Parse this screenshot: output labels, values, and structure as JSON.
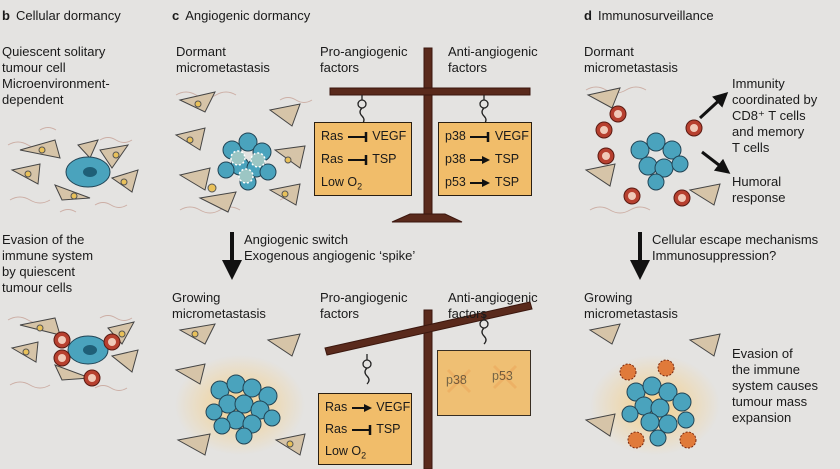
{
  "panels": {
    "b": {
      "letter": "b",
      "title": "Cellular dormancy",
      "top_text": [
        "Quiescent solitary",
        "tumour cell",
        "Microenvironment-",
        "dependent"
      ],
      "bottom_text": [
        "Evasion of the",
        "immune system",
        "by quiescent",
        "tumour cells"
      ]
    },
    "c": {
      "letter": "c",
      "title": "Angiogenic dormancy",
      "top_label": [
        "Dormant",
        "micrometastasis"
      ],
      "pro_label": [
        "Pro-angiogenic",
        "factors"
      ],
      "anti_label": [
        "Anti-angiogenic",
        "factors"
      ],
      "pro_rows": [
        {
          "name": "Ras",
          "arrow": "inhibit",
          "target": "VEGF"
        },
        {
          "name": "Ras",
          "arrow": "inhibit",
          "target": "TSP"
        },
        {
          "name": "Low O",
          "sub": "2"
        }
      ],
      "anti_rows": [
        {
          "name": "p38",
          "arrow": "inhibit",
          "target": "VEGF"
        },
        {
          "name": "p38",
          "arrow": "activate",
          "target": "TSP"
        },
        {
          "name": "p53",
          "arrow": "activate",
          "target": "TSP"
        }
      ],
      "switch_text": [
        "Angiogenic switch",
        "Exogenous angiogenic ‘spike’"
      ],
      "bottom_label": [
        "Growing",
        "micrometastasis"
      ],
      "bottom_pro_label": [
        "Pro-angiogenic",
        "factors"
      ],
      "bottom_anti_label": [
        "Anti-angiogenic",
        "factors"
      ],
      "bottom_pro_rows": [
        {
          "name": "Ras",
          "arrow": "activate",
          "target": "VEGF"
        },
        {
          "name": "Ras",
          "arrow": "inhibit",
          "target": "TSP"
        },
        {
          "name": "Low O",
          "sub": "2"
        }
      ],
      "crossed_items": [
        "p38",
        "p53"
      ]
    },
    "d": {
      "letter": "d",
      "title": "Immunosurveillance",
      "top_label": [
        "Dormant",
        "micrometastasis"
      ],
      "immunity_text": [
        "Immunity",
        "coordinated by",
        "CD8⁺ T cells",
        "and memory",
        "T cells"
      ],
      "humoral_text": [
        "Humoral",
        "response"
      ],
      "escape_text": [
        "Cellular escape mechanisms",
        "Immunosuppression?"
      ],
      "bottom_label": [
        "Growing",
        "micrometastasis"
      ],
      "evasion_text": [
        "Evasion of",
        "the immune",
        "system causes",
        "tumour mass",
        "expansion"
      ]
    }
  },
  "colors": {
    "background": "#e4e3e1",
    "factor_box": "#f1bd6a",
    "balance_beam": "#5a2a1c",
    "tumour_cell": "#4aa3bd",
    "fibroblast": "#d6c4a8",
    "immune_cell": "#b7402f",
    "cross": "#c0302a"
  }
}
